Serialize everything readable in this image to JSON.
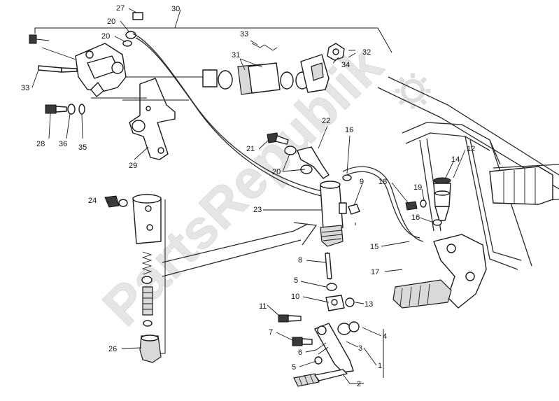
{
  "watermark": {
    "text": "PartsRepublik"
  },
  "callouts": {
    "c27": "27",
    "c30": "30",
    "c20a": "20",
    "c20b": "20",
    "c33a": "33",
    "c33b": "33",
    "c31": "31",
    "c32": "32",
    "c34": "34",
    "c28": "28",
    "c36": "36",
    "c35": "35",
    "c29": "29",
    "c22": "22",
    "c16a": "16",
    "c21": "21",
    "c20c": "20",
    "c12": "12",
    "c14": "14",
    "c18": "18",
    "c19": "19",
    "c9": "9",
    "c23": "23",
    "c16b": "16",
    "c15": "15",
    "c24": "24",
    "c8": "8",
    "c17": "17",
    "c5a": "5",
    "c10": "10",
    "c13": "13",
    "c11": "11",
    "c7": "7",
    "c3": "3",
    "c4": "4",
    "c6": "6",
    "c5b": "5",
    "c1": "1",
    "c2": "2",
    "c26": "26"
  },
  "colors": {
    "ink": "#1a1a1a",
    "watermark": "#cfcfcf",
    "shade": "#d9d9d9"
  },
  "icons": {
    "watermark_logo": "gear-icon"
  }
}
